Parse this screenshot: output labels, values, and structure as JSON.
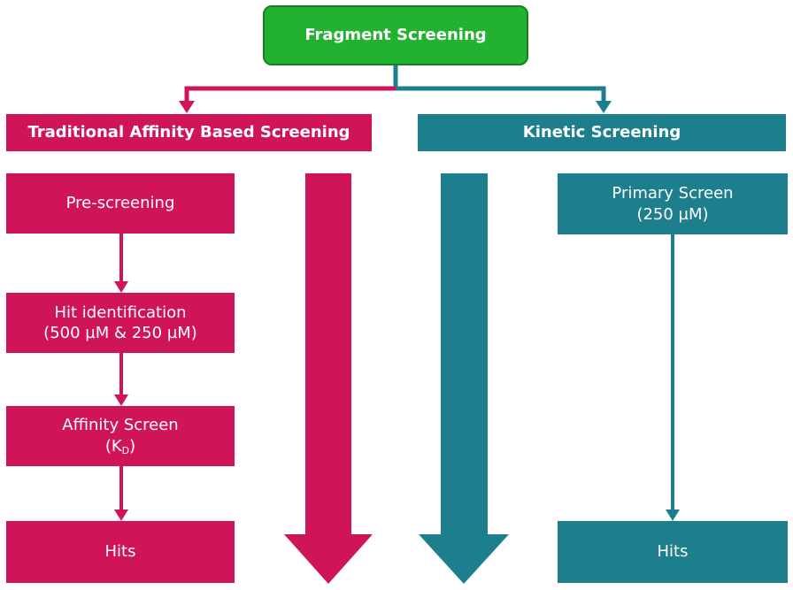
{
  "colors": {
    "root": "#22b230",
    "traditional": "#d0145a",
    "kinetic": "#1d7f8e"
  },
  "root": {
    "label": "Fragment Screening"
  },
  "traditional": {
    "header": "Traditional Affinity Based Screening",
    "steps": {
      "pre_screening": "Pre-screening",
      "hit_identification": {
        "line1": "Hit identification",
        "line2": "(500 µM & 250 µM)"
      },
      "affinity_screen": {
        "line1": "Affinity Screen",
        "line2_open": "(K",
        "line2_sub": "D",
        "line2_close": ")"
      },
      "hits": "Hits"
    }
  },
  "kinetic": {
    "header": "Kinetic Screening",
    "steps": {
      "primary_screen": {
        "line1": "Primary Screen",
        "line2": "(250 µM)"
      },
      "hits": "Hits"
    }
  }
}
